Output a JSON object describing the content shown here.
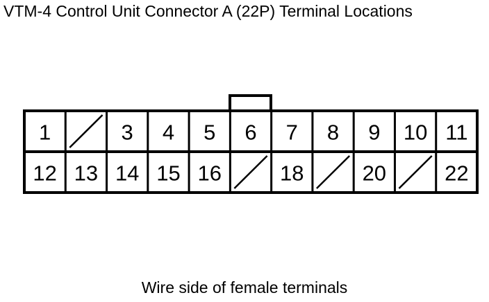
{
  "title": "VTM-4 Control Unit Connector A (22P) Terminal Locations",
  "caption": "Wire side of female terminals",
  "connector": {
    "rows": [
      [
        "1",
        "",
        "3",
        "4",
        "5",
        "6",
        "7",
        "8",
        "9",
        "10",
        "11"
      ],
      [
        "12",
        "13",
        "14",
        "15",
        "16",
        "",
        "18",
        "",
        "20",
        "",
        "22"
      ]
    ],
    "empty_marker": "diagonal-slash"
  }
}
